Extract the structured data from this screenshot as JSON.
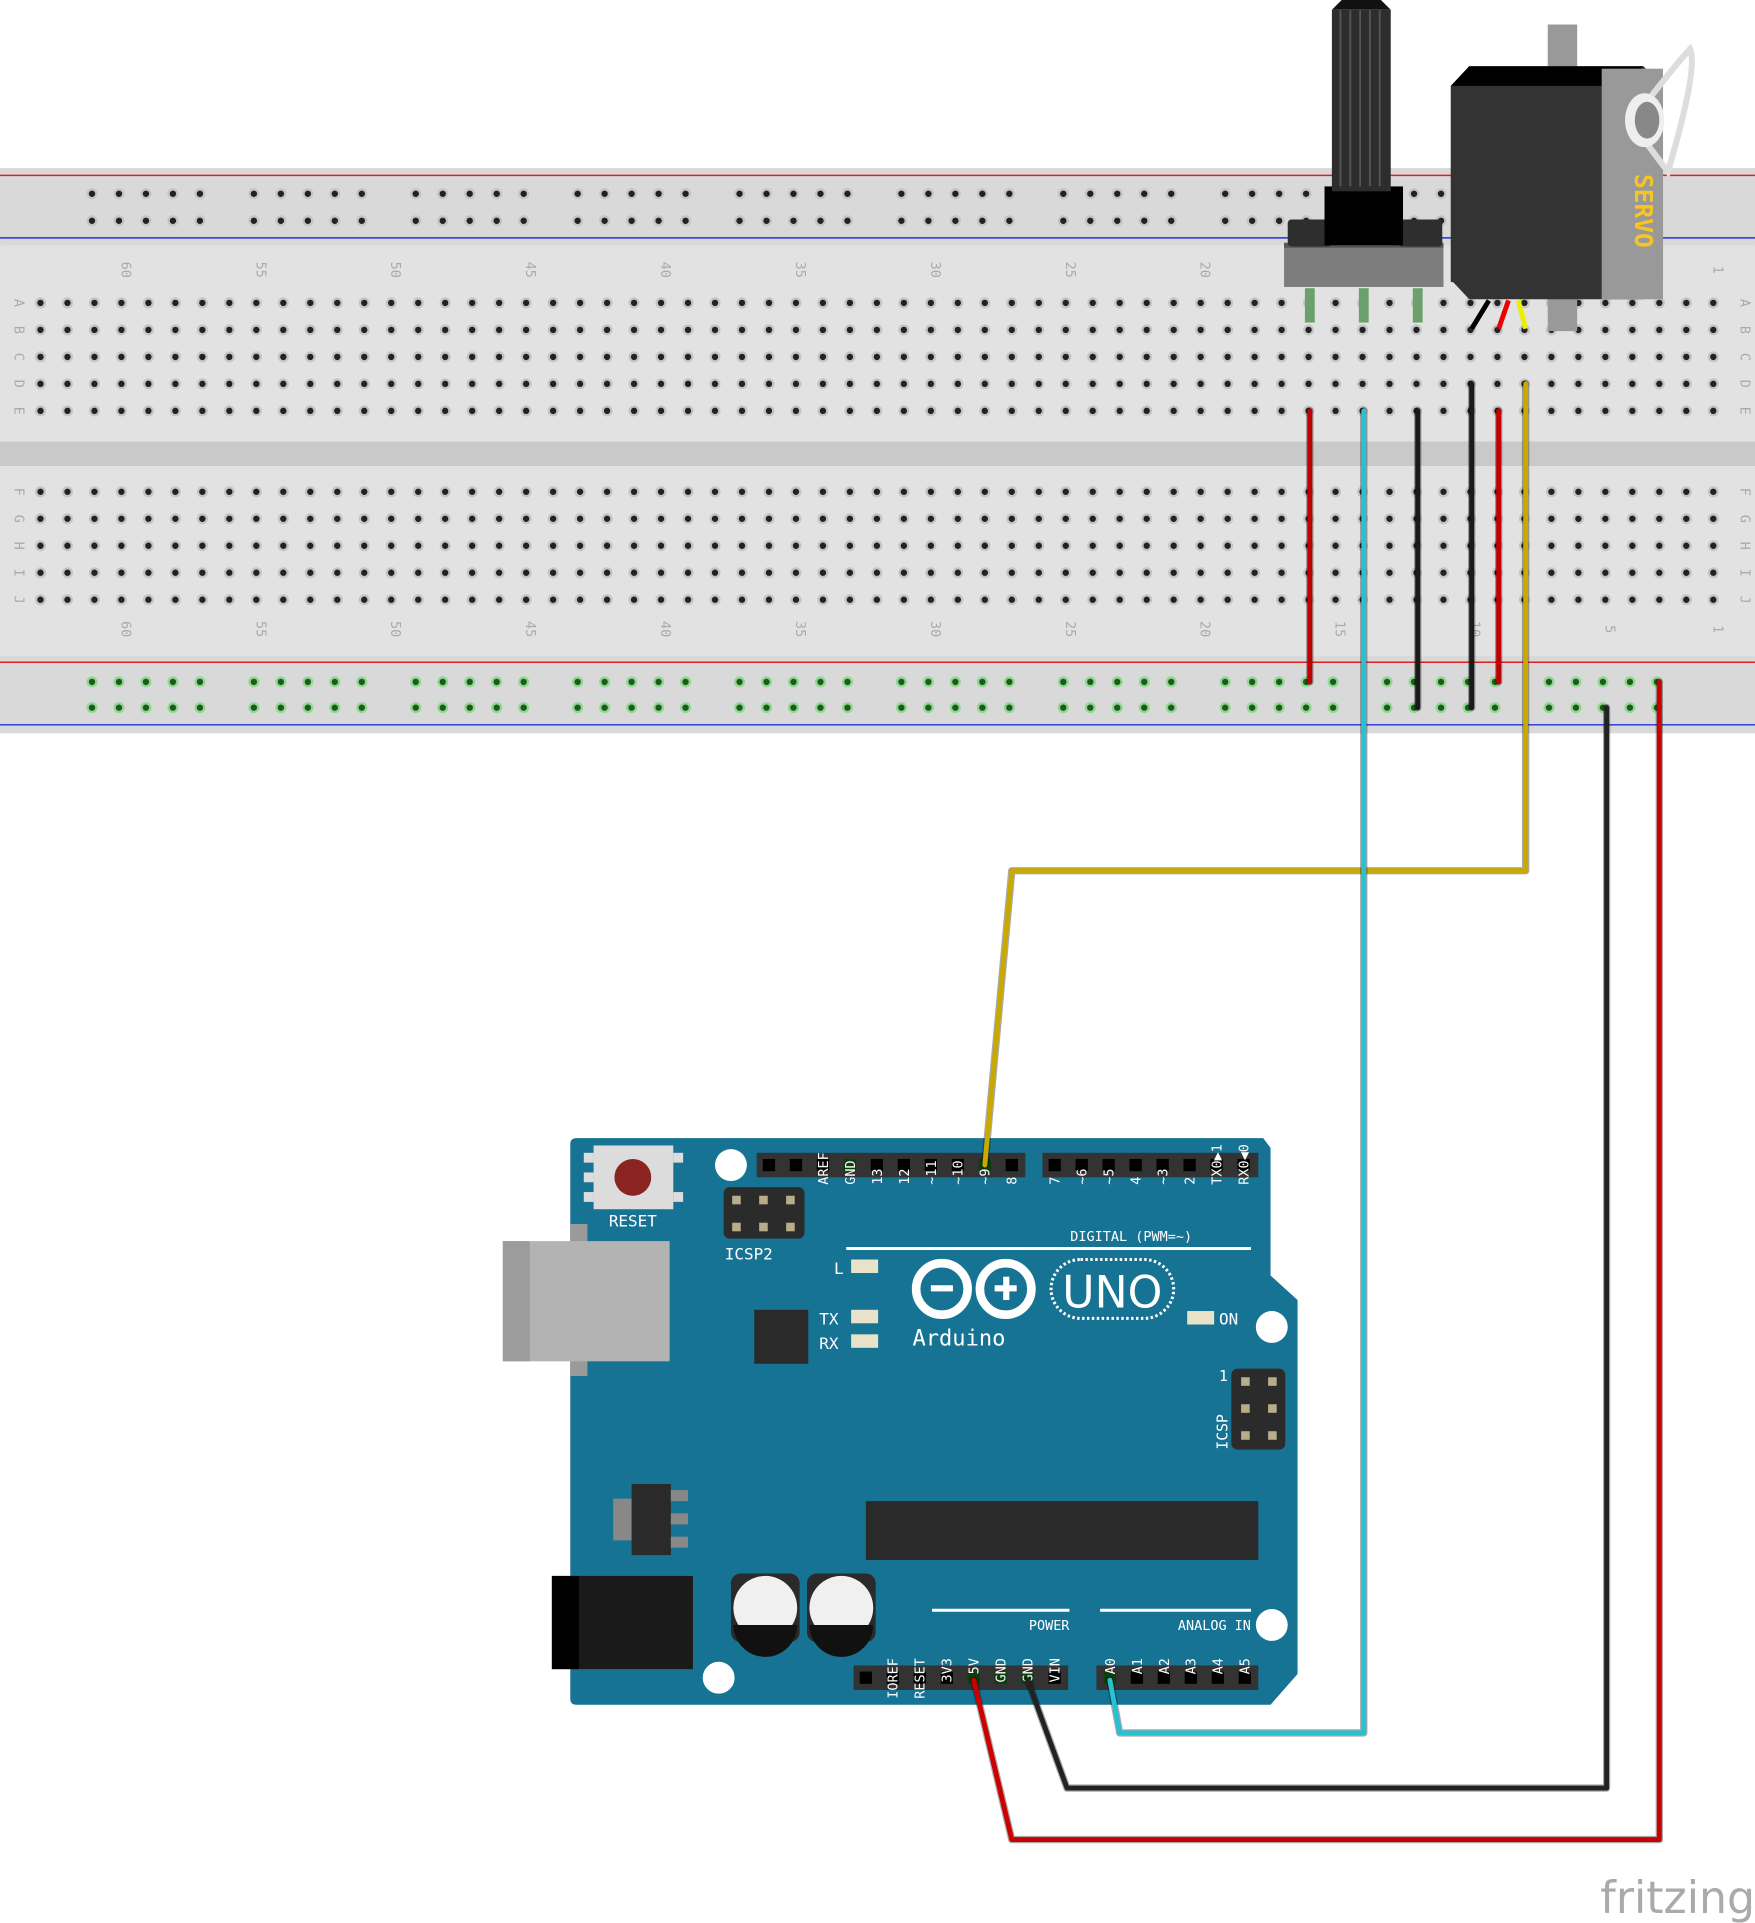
{
  "breadboard": {
    "column_labels": [
      "60",
      "55",
      "50",
      "45",
      "40",
      "35",
      "30",
      "25",
      "20",
      "15",
      "10",
      "5",
      "1"
    ],
    "column_numbers": [
      60,
      55,
      50,
      45,
      40,
      35,
      30,
      25,
      20,
      15,
      10,
      5,
      1
    ],
    "row_labels_top": [
      "A",
      "B",
      "C",
      "D",
      "E"
    ],
    "row_labels_bottom": [
      "F",
      "G",
      "H",
      "I",
      "J"
    ]
  },
  "servo": {
    "label": "SERVO",
    "label_color": "#f7c325"
  },
  "arduino": {
    "reset_label": "RESET",
    "icsp2_label": "ICSP2",
    "icsp_label": "ICSP",
    "icsp_pin1": "1",
    "digital_label": "DIGITAL (PWM=~)",
    "digital_pins_left": [
      "",
      "",
      "AREF",
      "GND",
      "13",
      "12",
      "~11",
      "~10",
      "~9",
      "8"
    ],
    "digital_pins_right": [
      "7",
      "~6",
      "~5",
      "4",
      "~3",
      "2",
      "TX0▶1",
      "RX0◀0"
    ],
    "led_l": "L",
    "led_tx": "TX",
    "led_rx": "RX",
    "led_on": "ON",
    "logo_text": "Arduino",
    "model": "UNO",
    "power_label": "POWER",
    "power_pins": [
      "",
      "IOREF",
      "RESET",
      "3V3",
      "5V",
      "GND",
      "GND",
      "VIN"
    ],
    "analog_label": "ANALOG IN",
    "analog_pins": [
      "A0",
      "A1",
      "A2",
      "A3",
      "A4",
      "A5"
    ],
    "board_color": "#167394"
  },
  "wires": [
    {
      "name": "pot-signal-to-a0",
      "color": "#29c0d0"
    },
    {
      "name": "servo-signal-to-d9",
      "color": "#c9a800"
    },
    {
      "name": "5v-to-rail",
      "color": "#cc0000"
    },
    {
      "name": "gnd-to-rail",
      "color": "#222222"
    }
  ],
  "watermark": "fritzing"
}
